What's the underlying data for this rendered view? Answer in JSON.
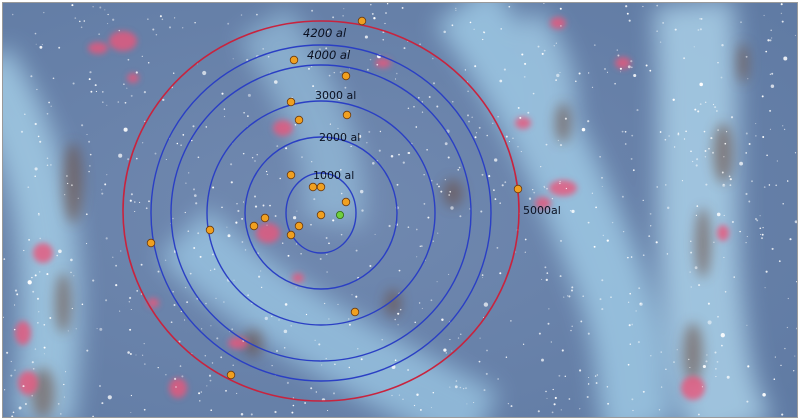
{
  "image": {
    "description_free": true
  },
  "rings": [
    {
      "label": "1000 al",
      "style": "normal"
    },
    {
      "label": "2000 al",
      "style": "normal"
    },
    {
      "label": "3000 al",
      "style": "normal"
    },
    {
      "label": "4000 al",
      "style": "italic"
    },
    {
      "label": "4200 al",
      "style": "italic"
    },
    {
      "label": "5000al",
      "style": "normal"
    }
  ],
  "colors": {
    "ring_blue": "#2a3fc4",
    "ring_red": "#c8233e",
    "star_marker": "#f0a020",
    "sun_marker": "#6fcf3f",
    "background": "#6f86ad",
    "nebula_pink": "#e8567a",
    "nebula_cyan": "#a9d8ee"
  }
}
